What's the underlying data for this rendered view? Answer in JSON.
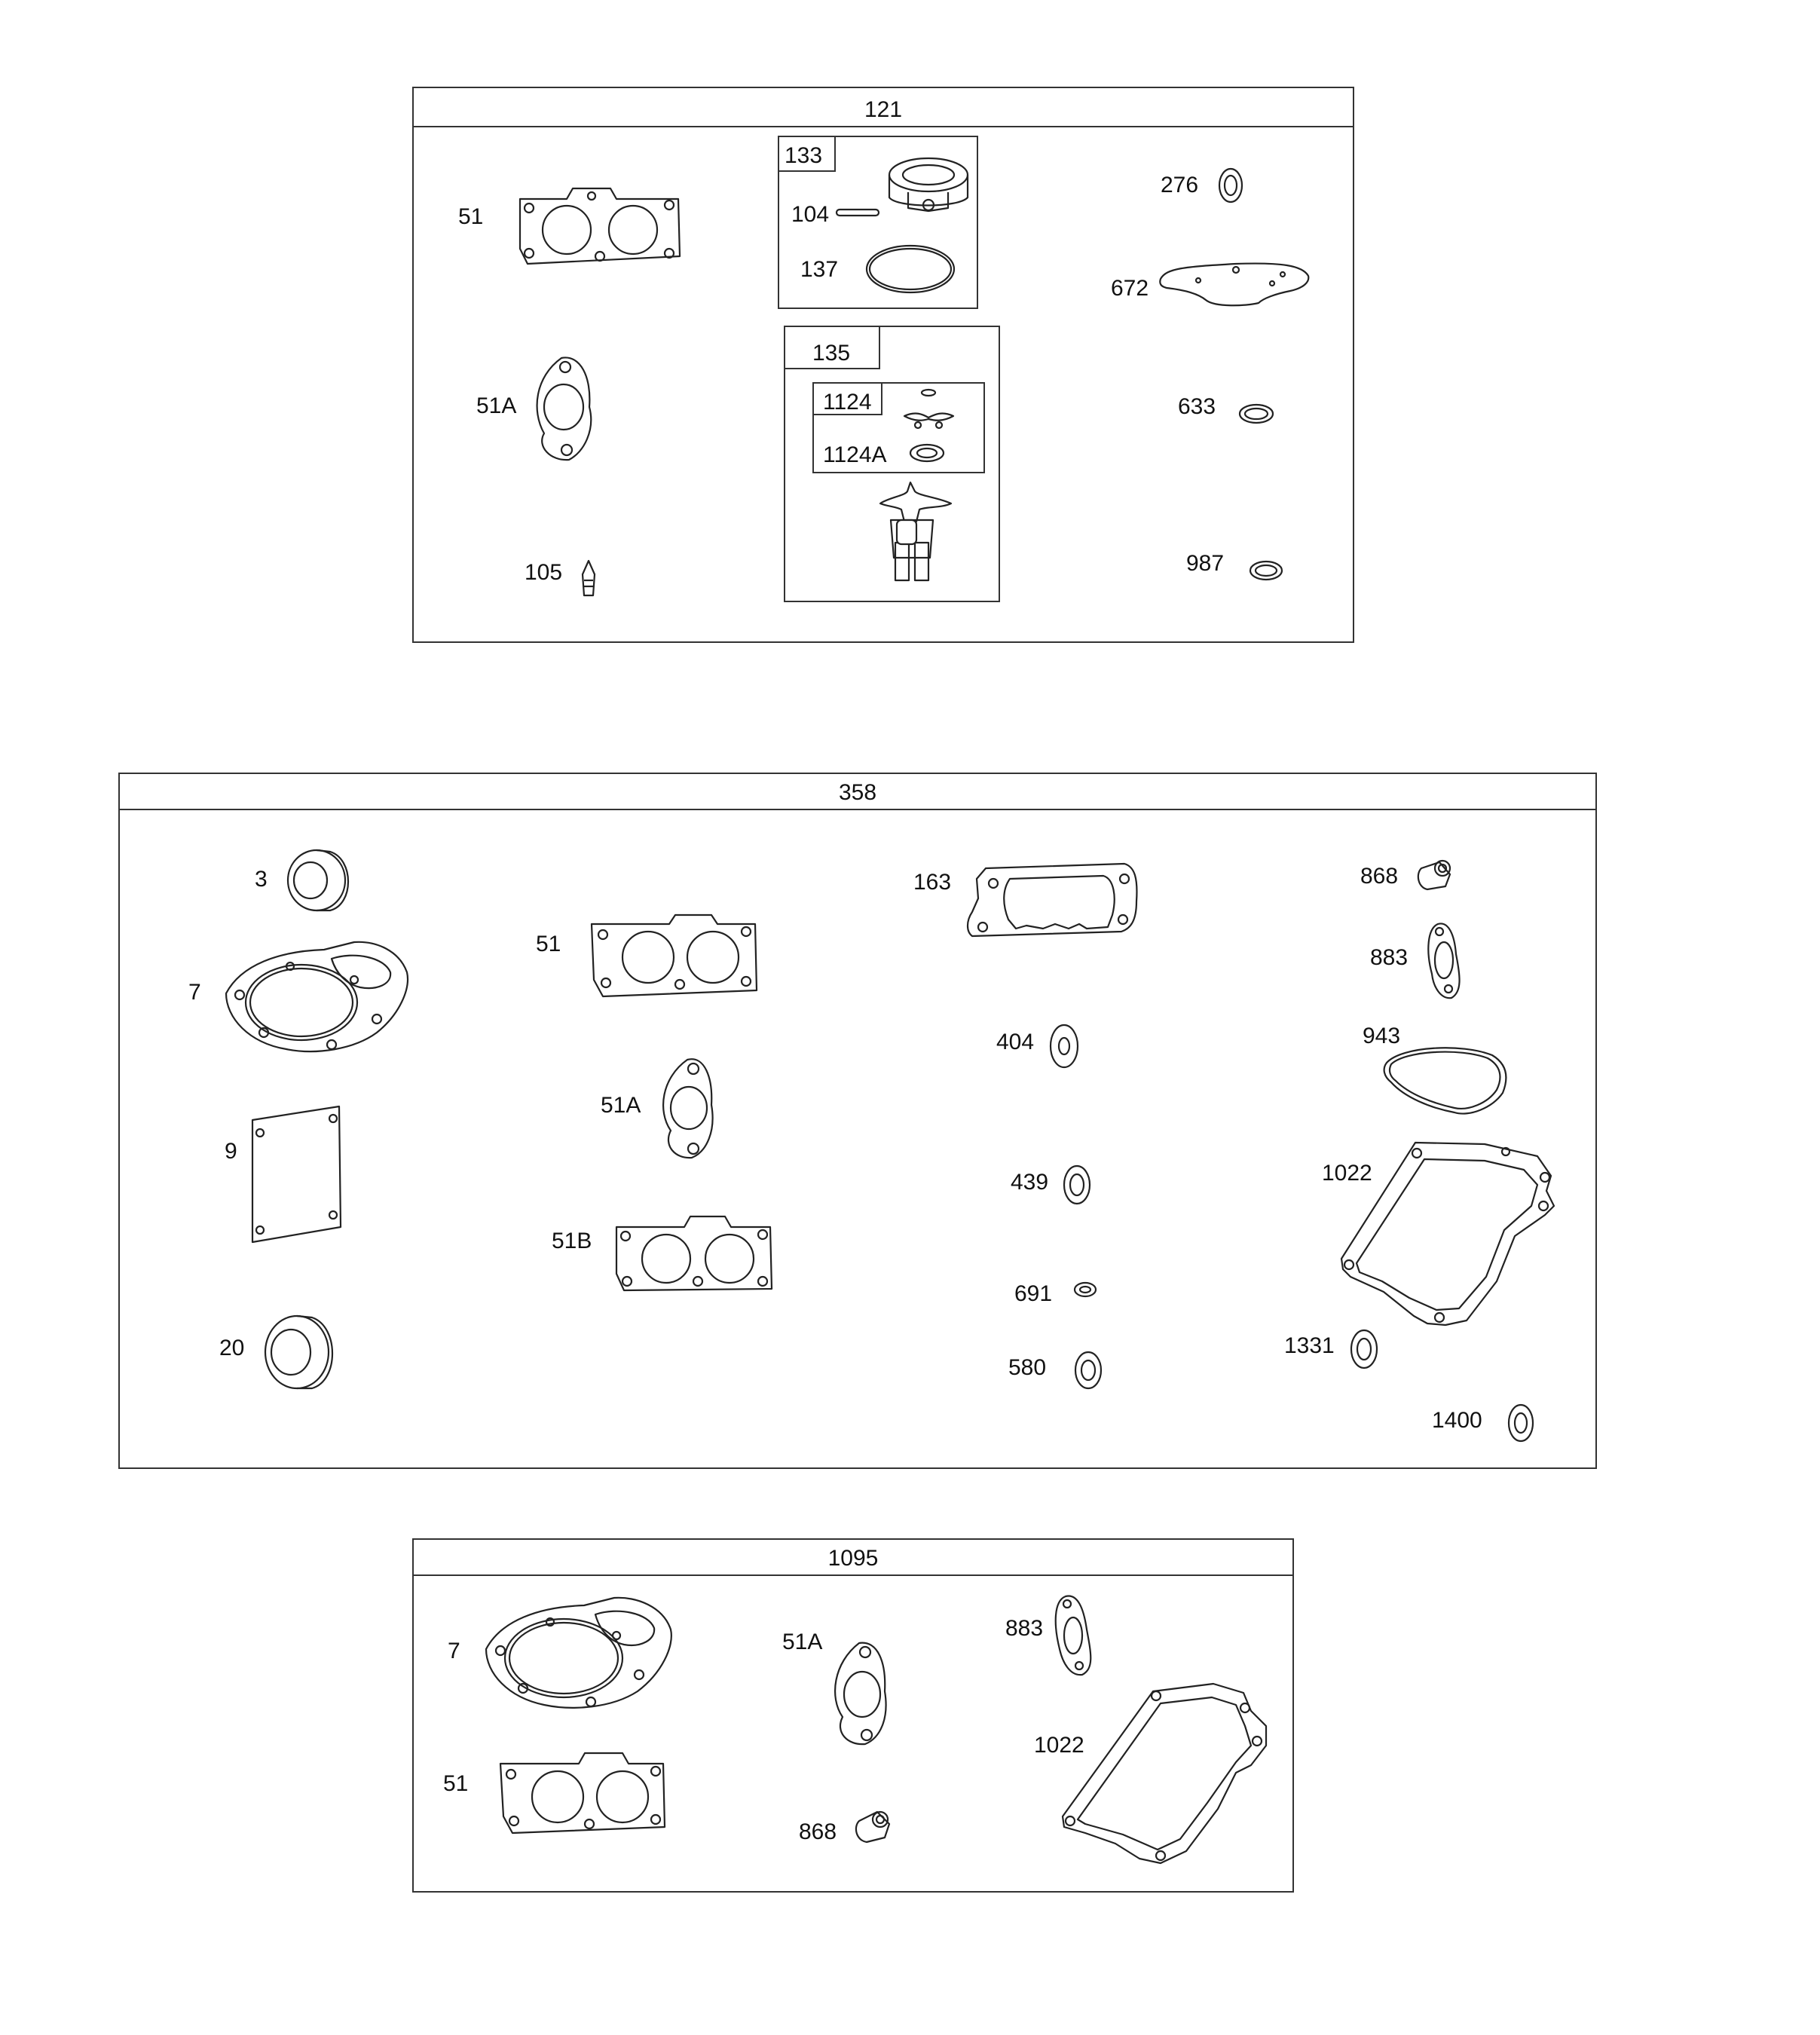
{
  "kits": [
    {
      "title": "121",
      "labels": [
        "51",
        "51A",
        "105",
        "276",
        "672",
        "633",
        "987"
      ],
      "subkits": [
        {
          "title": "133",
          "labels": [
            "104",
            "137"
          ]
        },
        {
          "title": "135",
          "labels": [],
          "subkits": [
            {
              "title": "1124",
              "labels": [
                "1124A"
              ]
            }
          ]
        }
      ]
    },
    {
      "title": "358",
      "labels": [
        "3",
        "7",
        "9",
        "20",
        "51",
        "51A",
        "51B",
        "163",
        "404",
        "439",
        "691",
        "580",
        "868",
        "883",
        "943",
        "1022",
        "1331",
        "1400"
      ]
    },
    {
      "title": "1095",
      "labels": [
        "7",
        "51",
        "51A",
        "868",
        "883",
        "1022"
      ]
    }
  ]
}
